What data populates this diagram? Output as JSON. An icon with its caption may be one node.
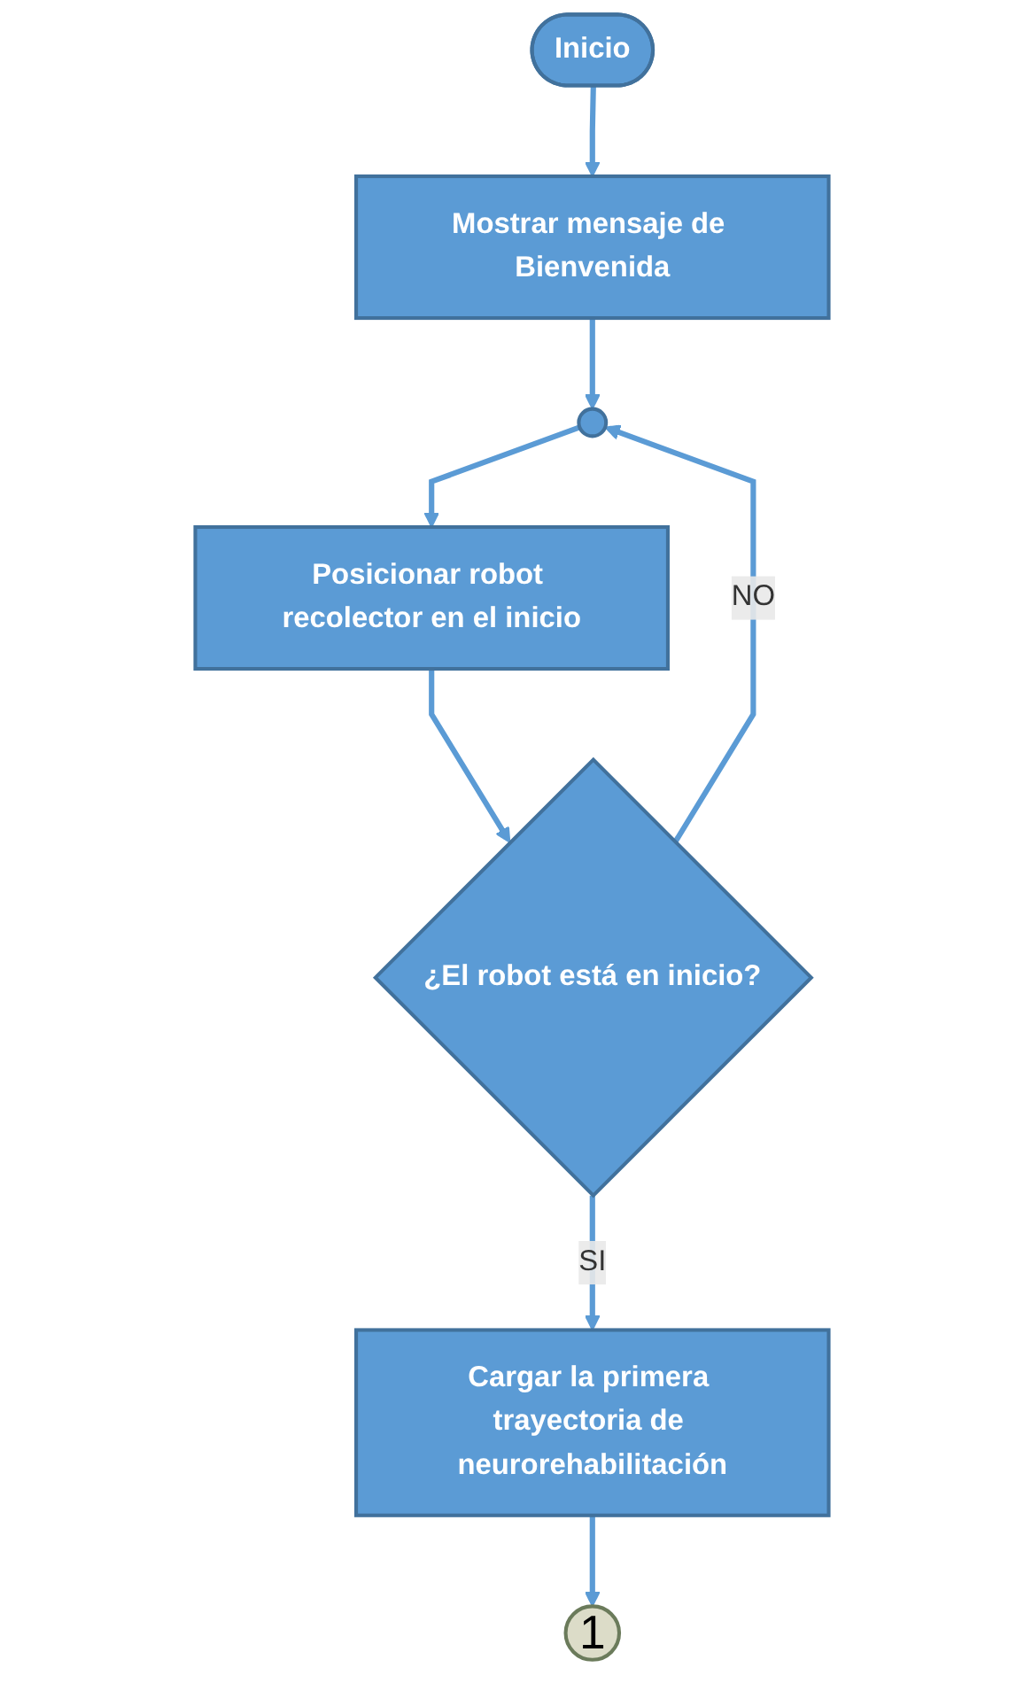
{
  "diagram": {
    "nodes": [
      {
        "text": [
          "Inicio"
        ]
      },
      {
        "text": [
          "Mostrar mensaje de Bienvenida"
        ]
      },
      {
        "text": [],
        "shape": "circle"
      },
      {
        "text": [
          "Posicionar robot recolector en el inicio"
        ]
      },
      {
        "text": [
          "¿El robot está en inicio?"
        ]
      },
      {
        "text": [
          "Cargar la primera trayectoria de neurorehabilitación"
        ]
      },
      {
        "text": [
          "1"
        ]
      }
    ],
    "edges": [
      {
        "from": 0,
        "to": 1,
        "arrow": "to"
      },
      {
        "from": 1,
        "to": 2,
        "arrow": "to"
      },
      {
        "from": 2,
        "to": 3,
        "arrow": "to"
      },
      {
        "from": 3,
        "to": 4,
        "arrow": "to"
      },
      {
        "from": 4,
        "to": 2,
        "arrow": "to",
        "label": "NO"
      },
      {
        "from": 4,
        "to": 5,
        "arrow": "to",
        "label": "SI"
      },
      {
        "from": 5,
        "to": 6,
        "arrow": "to"
      }
    ]
  }
}
